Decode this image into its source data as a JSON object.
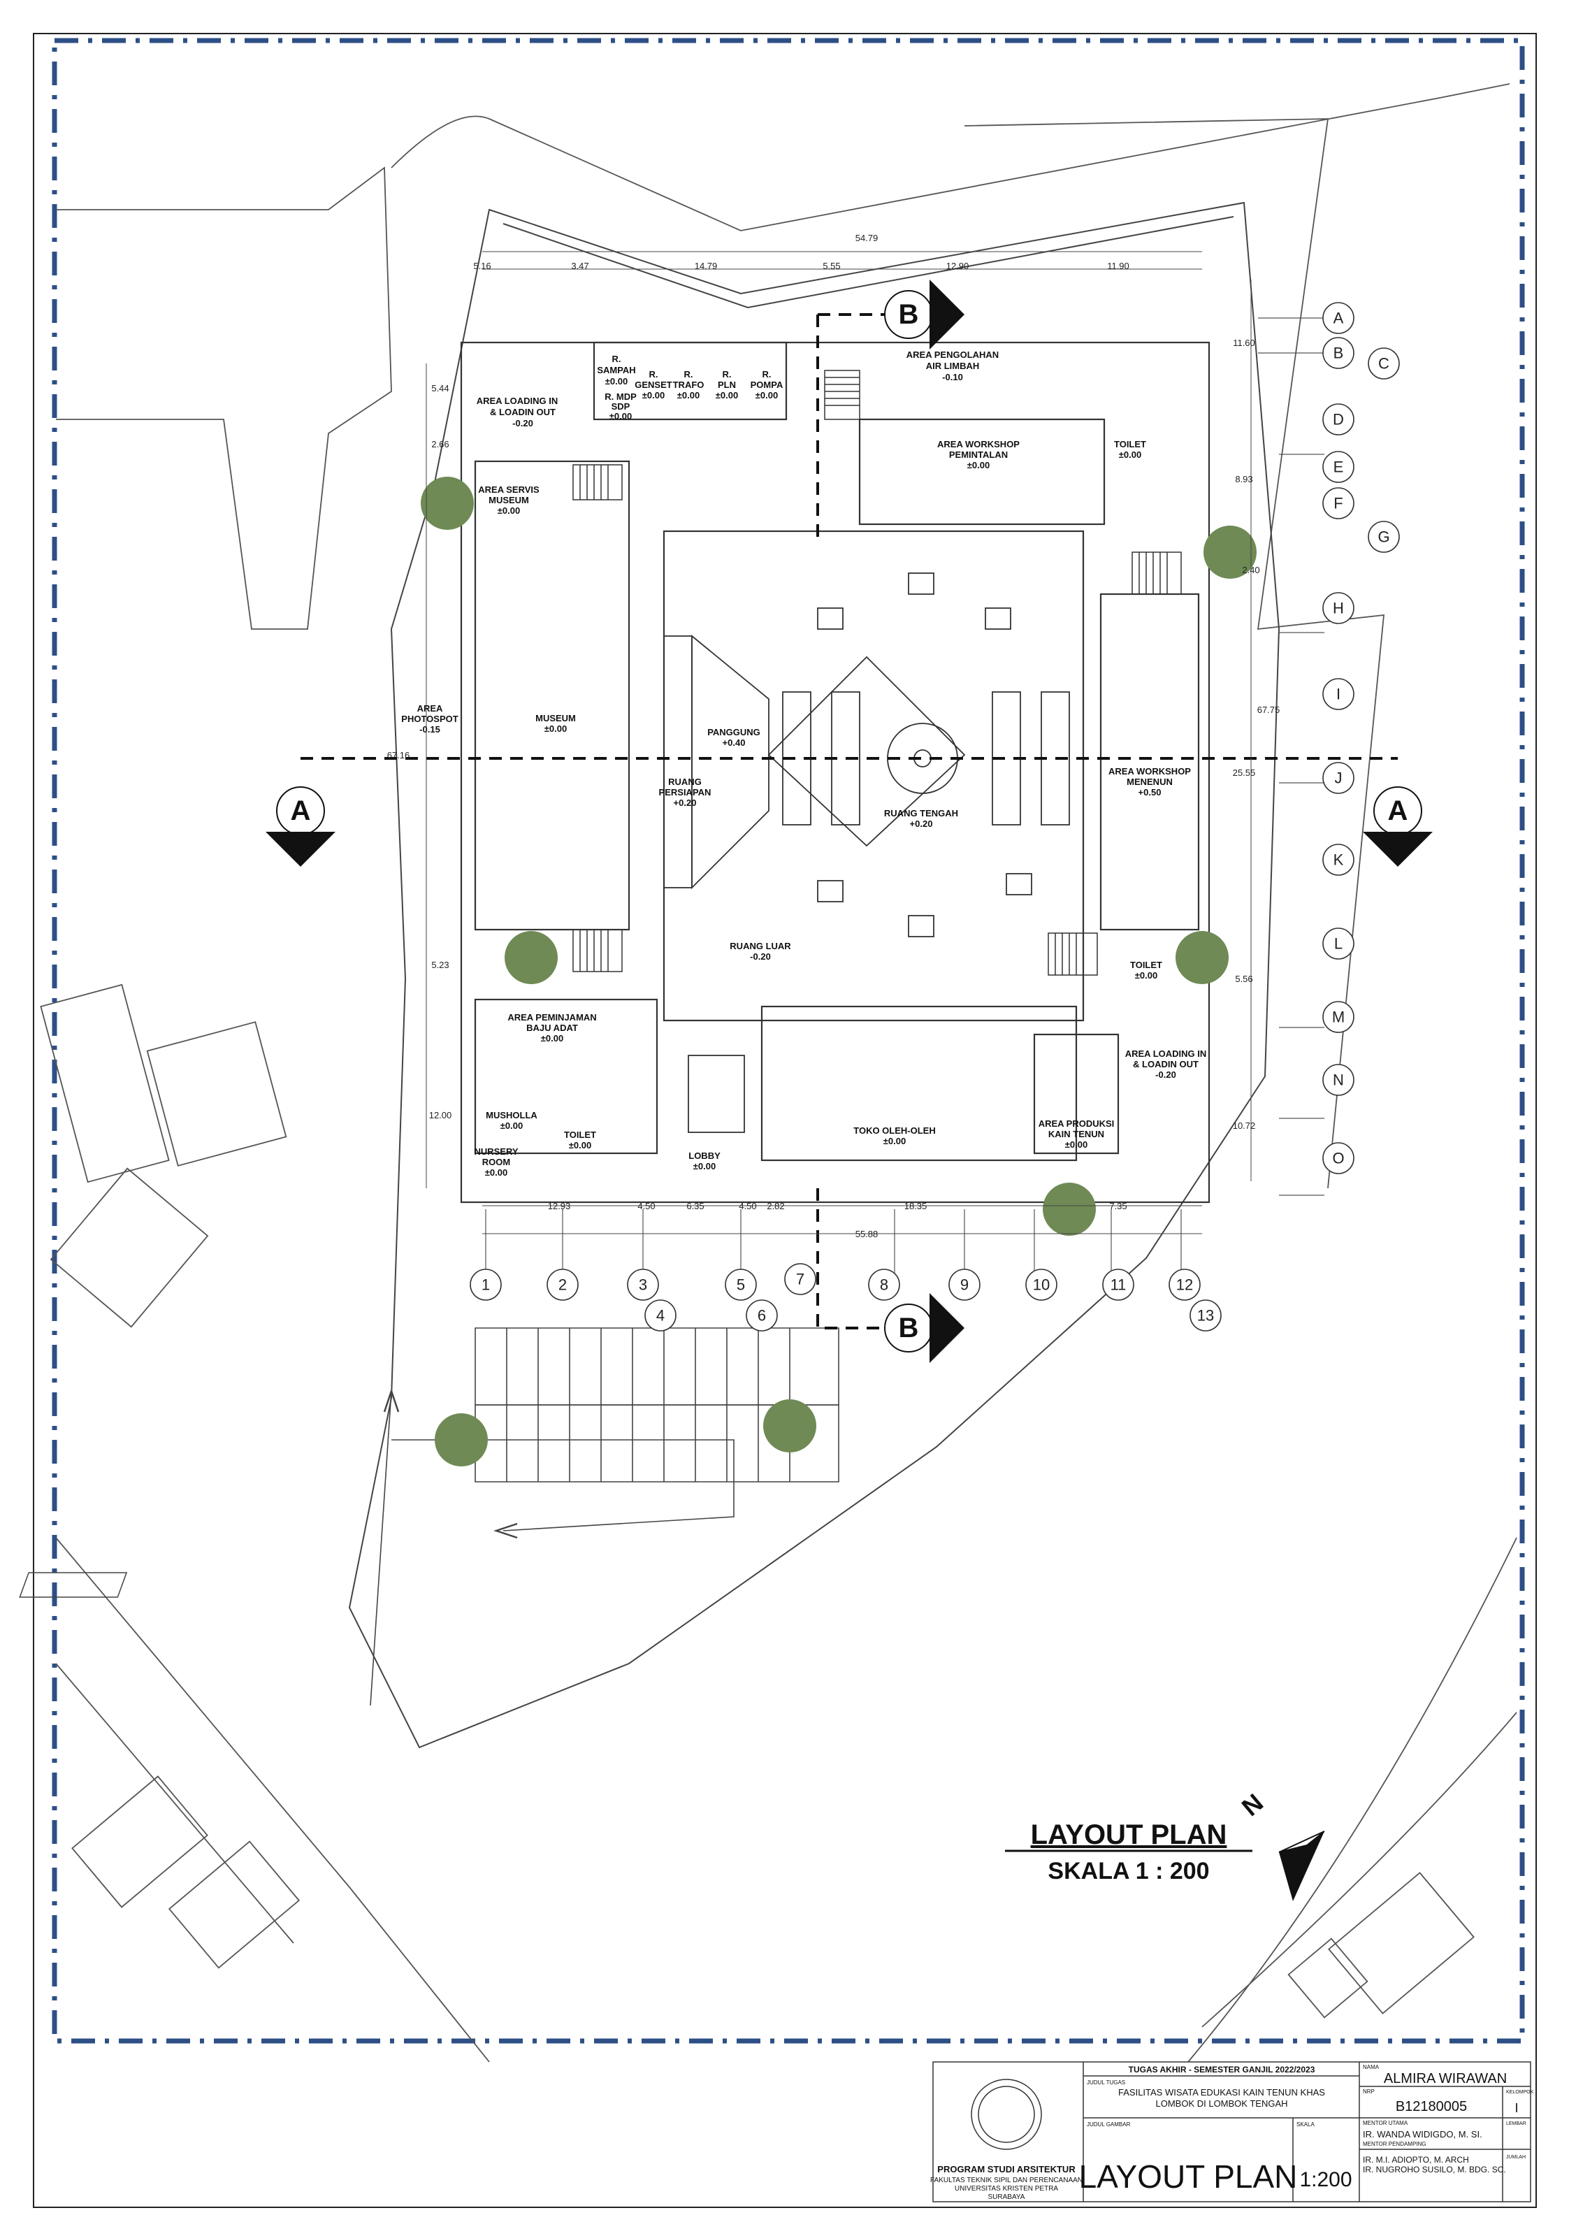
{
  "drawing": {
    "title": "LAYOUT PLAN",
    "scale": "SKALA 1 : 200",
    "north": "N"
  },
  "rooms": [
    {
      "name": "AREA LOADING IN",
      "sub": "& LOADIN OUT",
      "level": "-0.20"
    },
    {
      "name": "R.",
      "sub": "SAMPAH",
      "level": "±0.00"
    },
    {
      "name": "R. MDP",
      "sub": "SDP",
      "level": "±0.00"
    },
    {
      "name": "R.",
      "sub": "GENSET",
      "level": "±0.00"
    },
    {
      "name": "R.",
      "sub": "TRAFO",
      "level": "±0.00"
    },
    {
      "name": "R.",
      "sub": "PLN",
      "level": "±0.00"
    },
    {
      "name": "R.",
      "sub": "POMPA",
      "level": "±0.00"
    },
    {
      "name": "AREA PENGOLAHAN",
      "sub": "AIR LIMBAH",
      "level": "-0.10"
    },
    {
      "name": "AREA WORKSHOP",
      "sub": "PEMINTALAN",
      "level": "±0.00"
    },
    {
      "name": "TOILET",
      "sub": "",
      "level": "±0.00"
    },
    {
      "name": "AREA SERVIS",
      "sub": "MUSEUM",
      "level": "±0.00"
    },
    {
      "name": "MUSEUM",
      "sub": "",
      "level": "±0.00"
    },
    {
      "name": "AREA",
      "sub": "PHOTOSPOT",
      "level": "-0.15"
    },
    {
      "name": "PANGGUNG",
      "sub": "",
      "level": "+0.40"
    },
    {
      "name": "RUANG",
      "sub": "PERSIAPAN",
      "level": "+0.20"
    },
    {
      "name": "RUANG TENGAH",
      "sub": "",
      "level": "+0.20"
    },
    {
      "name": "AREA WORKSHOP",
      "sub": "MENENUN",
      "level": "+0.50"
    },
    {
      "name": "RUANG LUAR",
      "sub": "",
      "level": "-0.20"
    },
    {
      "name": "TOILET",
      "sub": "",
      "level": "±0.00"
    },
    {
      "name": "AREA PEMINJAMAN",
      "sub": "BAJU ADAT",
      "level": "±0.00"
    },
    {
      "name": "MUSHOLLA",
      "sub": "",
      "level": "±0.00"
    },
    {
      "name": "TOILET",
      "sub": "",
      "level": "±0.00"
    },
    {
      "name": "NURSERY",
      "sub": "ROOM",
      "level": "±0.00"
    },
    {
      "name": "LOBBY",
      "sub": "",
      "level": "±0.00"
    },
    {
      "name": "TOKO OLEH-OLEH",
      "sub": "",
      "level": "±0.00"
    },
    {
      "name": "AREA PRODUKSI",
      "sub": "KAIN TENUN",
      "level": "±0.00"
    },
    {
      "name": "AREA LOADING IN",
      "sub": "& LOADIN OUT",
      "level": "-0.20"
    }
  ],
  "dimensions": {
    "top_total": "54.79",
    "top": [
      "5.16",
      "3.47",
      "14.79",
      "5.55",
      "12.90",
      "11.90"
    ],
    "bottom_total": "55.88",
    "bottom": [
      "12.93",
      "4.50",
      "6.35",
      "4.50",
      "2.82",
      "18.35",
      "7.35"
    ],
    "left": [
      "5.44",
      "2.66",
      "67.16",
      "5.23",
      "12.00"
    ],
    "right": [
      "11.60",
      "8.93",
      "2.40",
      "67.75",
      "25.55",
      "5.56",
      "10.72"
    ]
  },
  "grid_rows": [
    "A",
    "B",
    "C",
    "D",
    "E",
    "F",
    "G",
    "H",
    "I",
    "J",
    "K",
    "L",
    "M",
    "N",
    "O"
  ],
  "grid_cols": [
    "1",
    "2",
    "3",
    "4",
    "5",
    "6",
    "7",
    "8",
    "9",
    "10",
    "11",
    "12",
    "13"
  ],
  "sections": {
    "a": "A",
    "b": "B"
  },
  "title_block": {
    "program": "PROGRAM STUDI ARSITEKTUR",
    "faculty": "FAKULTAS TEKNIK SIPIL DAN PERENCANAAN",
    "university": "UNIVERSITAS KRISTEN PETRA",
    "city": "SURABAYA",
    "course": "TUGAS AKHIR - SEMESTER GANJIL 2022/2023",
    "project_label": "JUDUL TUGAS",
    "project": "FASILITAS WISATA EDUKASI KAIN TENUN KHAS",
    "project2": "LOMBOK DI LOMBOK TENGAH",
    "drawing_label": "JUDUL GAMBAR",
    "drawing": "LAYOUT PLAN",
    "scale_label": "SKALA",
    "scale": "1:200",
    "name_label": "NAMA",
    "name": "ALMIRA WIRAWAN",
    "nrp_label": "NRP",
    "nrp": "B12180005",
    "group_label": "KELOMPOK",
    "group": "I",
    "mentor_label": "MENTOR UTAMA",
    "mentor": "IR. WANDA WIDIGDO, M. SI.",
    "sheet_label": "LEMBAR",
    "co_mentor_label": "MENTOR PENDAMPING",
    "co_mentor1": "IR. M.I. ADIOPTO, M. ARCH",
    "co_mentor2": "IR. NUGROHO SUSILO, M. BDG. SC.",
    "total_label": "JUMLAH"
  }
}
